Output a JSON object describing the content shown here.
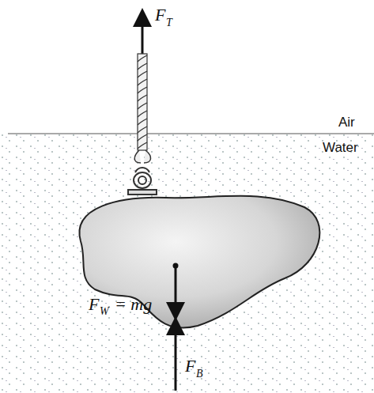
{
  "diagram": {
    "labels": [
      "F",
      "T",
      "Air",
      "Water",
      "F",
      "W",
      "= mg",
      "F",
      "B"
    ]
  }
}
